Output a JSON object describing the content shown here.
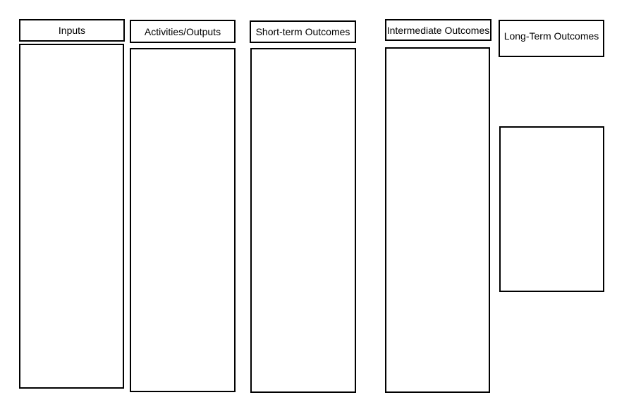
{
  "diagram": {
    "type": "logic-model-template",
    "colors": {
      "background": "#ffffff",
      "border": "#000000",
      "text": "#000000"
    }
  },
  "columns": [
    {
      "id": "inputs",
      "label": "Inputs"
    },
    {
      "id": "activities-outputs",
      "label": "Activities/Outputs"
    },
    {
      "id": "short-term-outcomes",
      "label": "Short-term Outcomes"
    },
    {
      "id": "intermediate-outcomes",
      "label": "Intermediate Outcomes"
    },
    {
      "id": "long-term-outcomes",
      "label": "Long-Term Outcomes"
    }
  ]
}
